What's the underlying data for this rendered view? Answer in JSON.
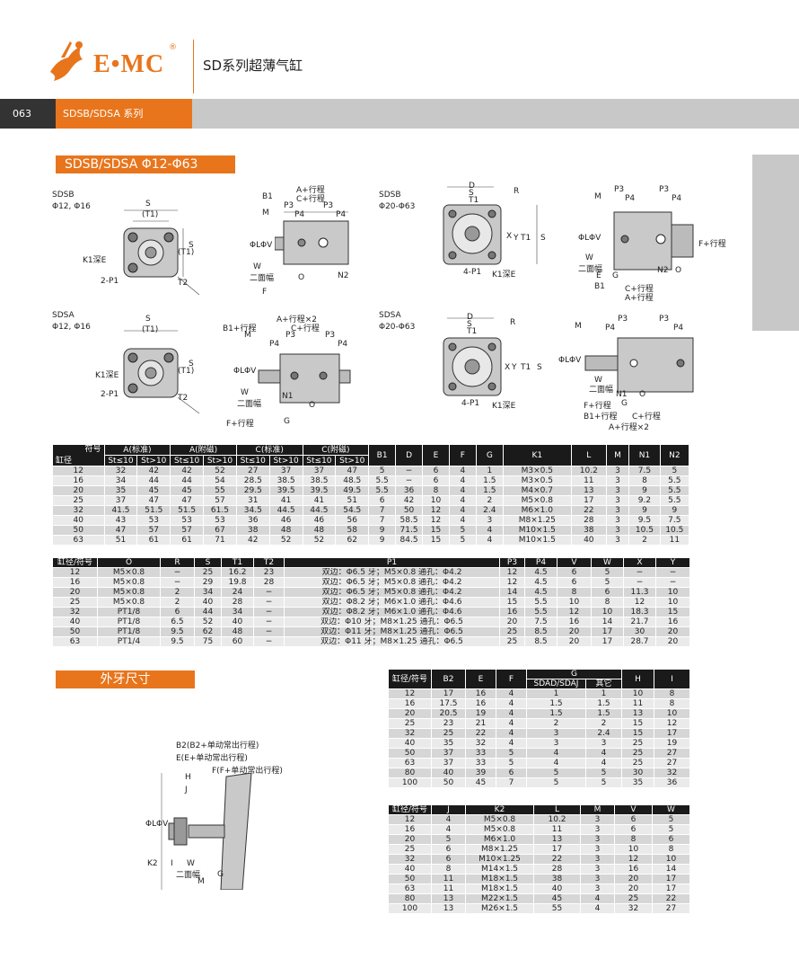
{
  "header": {
    "brand": "E•MC",
    "reg": "®",
    "title": "SD系列超薄气缸",
    "page": "063",
    "series": "SDSB/SDSA 系列"
  },
  "section1": {
    "title": "SDSB/SDSA Φ12-Φ63"
  },
  "section2": {
    "title": "外牙尺寸"
  },
  "diagrams": {
    "sdsb_small": {
      "model": "SDSB",
      "sizes": "Φ12, Φ16",
      "S": "S",
      "T1": "(T1)",
      "K1": "K1深E",
      "P1": "2-P1",
      "T2": "T2",
      "Sr": "S",
      "T1r": "(T1)"
    },
    "sdsb_small_side": {
      "B1": "B1",
      "Astroke": "A+行程",
      "Cstroke": "C+行程",
      "M": "M",
      "P3a": "P3",
      "P3b": "P3",
      "P4a": "P4",
      "P4b": "P4",
      "L": "ΦL",
      "V": "ΦV",
      "W": "W",
      "flat": "二面幅",
      "O": "O",
      "N2": "N2",
      "F": "F"
    },
    "sdsb_large": {
      "model": "SDSB",
      "sizes": "Φ20-Φ63",
      "D": "D",
      "S": "S",
      "T1": "T1",
      "R": "R",
      "P1": "4-P1",
      "K1": "K1深E",
      "X": "X",
      "Y": "Y",
      "T1r": "T1",
      "Sr": "S"
    },
    "sdsb_large_side": {
      "M": "M",
      "P3a": "P3",
      "P3b": "P3",
      "P4a": "P4",
      "P4b": "P4",
      "L": "ΦL",
      "V": "ΦV",
      "W": "W",
      "flat": "二面幅",
      "E": "E",
      "G": "G",
      "N2": "N2",
      "O": "O",
      "B1": "B1",
      "Cstroke": "C+行程",
      "Astroke": "A+行程",
      "Fstroke": "F+行程"
    },
    "sdsa_small": {
      "model": "SDSA",
      "sizes": "Φ12, Φ16",
      "S": "S",
      "T1": "(T1)",
      "K1": "K1深E",
      "P1": "2-P1",
      "T2": "T2",
      "Sr": "S",
      "T1r": "(T1)"
    },
    "sdsa_small_side": {
      "B1": "B1+行程",
      "A": "A+行程×2",
      "C": "C+行程",
      "M": "M",
      "P3a": "P3",
      "P3b": "P3",
      "P4": "P4",
      "P4b": "P4",
      "L": "ΦL",
      "V": "ΦV",
      "W": "W",
      "flat": "二面幅",
      "N1": "N1",
      "O": "O",
      "Fstroke": "F+行程",
      "G": "G"
    },
    "sdsa_large": {
      "model": "SDSA",
      "sizes": "Φ20-Φ63",
      "D": "D",
      "S": "S",
      "T1": "T1",
      "R": "R",
      "P1": "4-P1",
      "K1": "K1深E",
      "X": "X",
      "Y": "Y",
      "T1r": "T1",
      "Sr": "S"
    },
    "sdsa_large_side": {
      "M": "M",
      "P3a": "P3",
      "P3b": "P3",
      "P4a": "P4",
      "P4b": "P4",
      "L": "ΦL",
      "V": "ΦV",
      "W": "W",
      "flat": "二面幅",
      "N1": "N1",
      "O": "O",
      "Fstroke": "F+行程",
      "G": "G",
      "B1": "B1+行程",
      "Cstroke": "C+行程",
      "A": "A+行程×2"
    },
    "thread": {
      "B2": "B2(B2+单动常出行程)",
      "E": "E(E+单动常出行程)",
      "F": "F(F+单动常出行程)",
      "H": "H",
      "J": "J",
      "L": "ΦL",
      "V": "ΦV",
      "K2": "K2",
      "I": "I",
      "W": "W",
      "flat": "二面幅",
      "M": "M",
      "G": "G"
    }
  },
  "table1": {
    "corner_top": "符号",
    "corner_bottom": "缸径",
    "groups": [
      "A(标准)",
      "A(附磁)",
      "C(标准)",
      "C(附磁)"
    ],
    "sub": [
      "St≤10",
      "St>10",
      "St≤10",
      "St>10",
      "St≤10",
      "St>10",
      "St≤10",
      "St>10"
    ],
    "cols": [
      "B1",
      "D",
      "E",
      "F",
      "G",
      "K1",
      "L",
      "M",
      "N1",
      "N2"
    ],
    "rows": [
      [
        "12",
        "32",
        "42",
        "42",
        "52",
        "27",
        "37",
        "37",
        "47",
        "5",
        "−",
        "6",
        "4",
        "1",
        "M3×0.5",
        "10.2",
        "3",
        "7.5",
        "5"
      ],
      [
        "16",
        "34",
        "44",
        "44",
        "54",
        "28.5",
        "38.5",
        "38.5",
        "48.5",
        "5.5",
        "−",
        "6",
        "4",
        "1.5",
        "M3×0.5",
        "11",
        "3",
        "8",
        "5.5"
      ],
      [
        "20",
        "35",
        "45",
        "45",
        "55",
        "29.5",
        "39.5",
        "39.5",
        "49.5",
        "5.5",
        "36",
        "8",
        "4",
        "1.5",
        "M4×0.7",
        "13",
        "3",
        "9",
        "5.5"
      ],
      [
        "25",
        "37",
        "47",
        "47",
        "57",
        "31",
        "41",
        "41",
        "51",
        "6",
        "42",
        "10",
        "4",
        "2",
        "M5×0.8",
        "17",
        "3",
        "9.2",
        "5.5"
      ],
      [
        "32",
        "41.5",
        "51.5",
        "51.5",
        "61.5",
        "34.5",
        "44.5",
        "44.5",
        "54.5",
        "7",
        "50",
        "12",
        "4",
        "2.4",
        "M6×1.0",
        "22",
        "3",
        "9",
        "9"
      ],
      [
        "40",
        "43",
        "53",
        "53",
        "53",
        "36",
        "46",
        "46",
        "56",
        "7",
        "58.5",
        "12",
        "4",
        "3",
        "M8×1.25",
        "28",
        "3",
        "9.5",
        "7.5"
      ],
      [
        "50",
        "47",
        "57",
        "57",
        "67",
        "38",
        "48",
        "48",
        "58",
        "9",
        "71.5",
        "15",
        "5",
        "4",
        "M10×1.5",
        "38",
        "3",
        "10.5",
        "10.5"
      ],
      [
        "63",
        "51",
        "61",
        "61",
        "71",
        "42",
        "52",
        "52",
        "62",
        "9",
        "84.5",
        "15",
        "5",
        "4",
        "M10×1.5",
        "40",
        "3",
        "2",
        "11"
      ]
    ]
  },
  "table2": {
    "header": [
      "缸径/符号",
      "O",
      "R",
      "S",
      "T1",
      "T2",
      "P1",
      "P3",
      "P4",
      "V",
      "W",
      "X",
      "Y"
    ],
    "rows": [
      [
        "12",
        "M5×0.8",
        "−",
        "25",
        "16.2",
        "23",
        "双边：Φ6.5 牙；M5×0.8 通孔：Φ4.2",
        "12",
        "4.5",
        "6",
        "5",
        "−",
        "−"
      ],
      [
        "16",
        "M5×0.8",
        "−",
        "29",
        "19.8",
        "28",
        "双边：Φ6.5 牙；M5×0.8 通孔：Φ4.2",
        "12",
        "4.5",
        "6",
        "5",
        "−",
        "−"
      ],
      [
        "20",
        "M5×0.8",
        "2",
        "34",
        "24",
        "−",
        "双边：Φ6.5 牙；M5×0.8 通孔：Φ4.2",
        "14",
        "4.5",
        "8",
        "6",
        "11.3",
        "10"
      ],
      [
        "25",
        "M5×0.8",
        "2",
        "40",
        "28",
        "−",
        "双边：Φ8.2 牙；M6×1.0 通孔：Φ4.6",
        "15",
        "5.5",
        "10",
        "8",
        "12",
        "10"
      ],
      [
        "32",
        "PT1/8",
        "6",
        "44",
        "34",
        "−",
        "双边：Φ8.2 牙；M6×1.0 通孔：Φ4.6",
        "16",
        "5.5",
        "12",
        "10",
        "18.3",
        "15"
      ],
      [
        "40",
        "PT1/8",
        "6.5",
        "52",
        "40",
        "−",
        "双边：Φ10 牙；M8×1.25 通孔：Φ6.5",
        "20",
        "7.5",
        "16",
        "14",
        "21.7",
        "16"
      ],
      [
        "50",
        "PT1/8",
        "9.5",
        "62",
        "48",
        "−",
        "双边：Φ11 牙；M8×1.25 通孔：Φ6.5",
        "25",
        "8.5",
        "20",
        "17",
        "30",
        "20"
      ],
      [
        "63",
        "PT1/4",
        "9.5",
        "75",
        "60",
        "−",
        "双边：Φ11 牙；M8×1.25 通孔：Φ6.5",
        "25",
        "8.5",
        "20",
        "17",
        "28.7",
        "20"
      ]
    ]
  },
  "table3": {
    "header": [
      "缸径/符号",
      "B2",
      "E",
      "F",
      "G",
      "H",
      "I"
    ],
    "g_sub": [
      "SDAD/SDAJ",
      "其它"
    ],
    "rows": [
      [
        "12",
        "17",
        "16",
        "4",
        "1",
        "1",
        "10",
        "8"
      ],
      [
        "16",
        "17.5",
        "16",
        "4",
        "1.5",
        "1.5",
        "11",
        "8"
      ],
      [
        "20",
        "20.5",
        "19",
        "4",
        "1.5",
        "1.5",
        "13",
        "10"
      ],
      [
        "25",
        "23",
        "21",
        "4",
        "2",
        "2",
        "15",
        "12"
      ],
      [
        "32",
        "25",
        "22",
        "4",
        "3",
        "2.4",
        "15",
        "17"
      ],
      [
        "40",
        "35",
        "32",
        "4",
        "3",
        "3",
        "25",
        "19"
      ],
      [
        "50",
        "37",
        "33",
        "5",
        "4",
        "4",
        "25",
        "27"
      ],
      [
        "63",
        "37",
        "33",
        "5",
        "4",
        "4",
        "25",
        "27"
      ],
      [
        "80",
        "40",
        "39",
        "6",
        "5",
        "5",
        "30",
        "32"
      ],
      [
        "100",
        "50",
        "45",
        "7",
        "5",
        "5",
        "35",
        "36"
      ]
    ]
  },
  "table4": {
    "header": [
      "缸径/符号",
      "J",
      "K2",
      "L",
      "M",
      "V",
      "W"
    ],
    "rows": [
      [
        "12",
        "4",
        "M5×0.8",
        "10.2",
        "3",
        "6",
        "5"
      ],
      [
        "16",
        "4",
        "M5×0.8",
        "11",
        "3",
        "6",
        "5"
      ],
      [
        "20",
        "5",
        "M6×1.0",
        "13",
        "3",
        "8",
        "6"
      ],
      [
        "25",
        "6",
        "M8×1.25",
        "17",
        "3",
        "10",
        "8"
      ],
      [
        "32",
        "6",
        "M10×1.25",
        "22",
        "3",
        "12",
        "10"
      ],
      [
        "40",
        "8",
        "M14×1.5",
        "28",
        "3",
        "16",
        "14"
      ],
      [
        "50",
        "11",
        "M18×1.5",
        "38",
        "3",
        "20",
        "17"
      ],
      [
        "63",
        "11",
        "M18×1.5",
        "40",
        "3",
        "20",
        "17"
      ],
      [
        "80",
        "13",
        "M22×1.5",
        "45",
        "4",
        "25",
        "22"
      ],
      [
        "100",
        "13",
        "M26×1.5",
        "55",
        "4",
        "32",
        "27"
      ]
    ]
  },
  "colors": {
    "orange": "#e8751c",
    "gray_band": "#c8c8c8",
    "header_black": "#1a1a1a"
  }
}
